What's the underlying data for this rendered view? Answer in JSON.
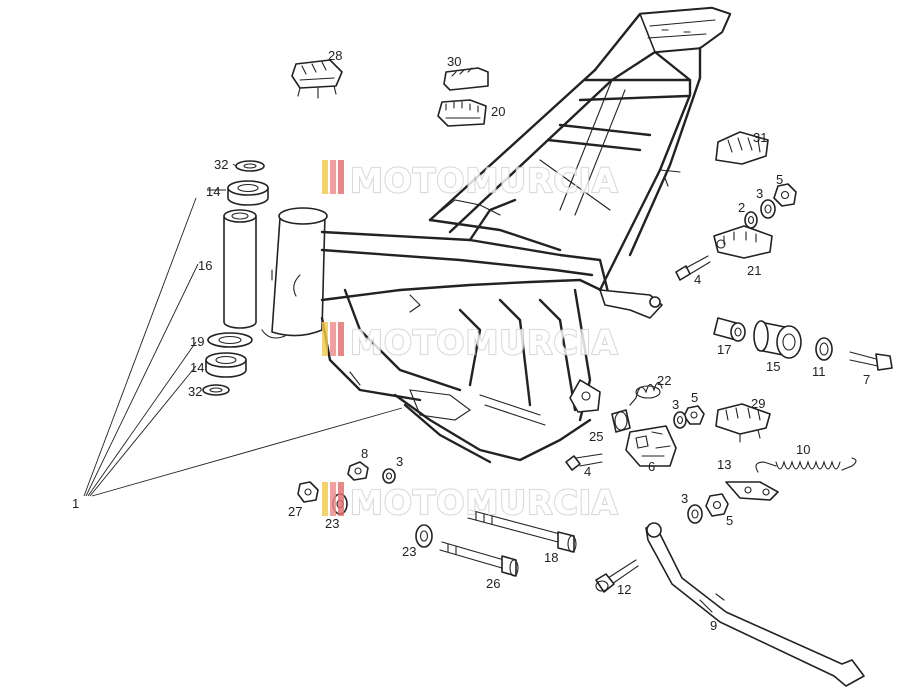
{
  "diagram": {
    "type": "exploded-parts-diagram",
    "subject": "motorcycle frame and stand",
    "watermark": {
      "text": "MOTOMURCIA",
      "stripe_colors": [
        "#f2c94c",
        "#f08a8a",
        "#e26d6d"
      ]
    },
    "callouts": [
      {
        "id": "c28",
        "number": "28"
      },
      {
        "id": "c30",
        "number": "30"
      },
      {
        "id": "c20",
        "number": "20"
      },
      {
        "id": "c31",
        "number": "31"
      },
      {
        "id": "c5a",
        "number": "5"
      },
      {
        "id": "c3a",
        "number": "3"
      },
      {
        "id": "c2",
        "number": "2"
      },
      {
        "id": "c21",
        "number": "21"
      },
      {
        "id": "c4a",
        "number": "4"
      },
      {
        "id": "c32a",
        "number": "32"
      },
      {
        "id": "c14a",
        "number": "14"
      },
      {
        "id": "c16",
        "number": "16"
      },
      {
        "id": "c19",
        "number": "19"
      },
      {
        "id": "c14b",
        "number": "14"
      },
      {
        "id": "c32b",
        "number": "32"
      },
      {
        "id": "c1",
        "number": "1"
      },
      {
        "id": "c17",
        "number": "17"
      },
      {
        "id": "c15",
        "number": "15"
      },
      {
        "id": "c11",
        "number": "11"
      },
      {
        "id": "c7",
        "number": "7"
      },
      {
        "id": "c22",
        "number": "22"
      },
      {
        "id": "c5b",
        "number": "5"
      },
      {
        "id": "c3b",
        "number": "3"
      },
      {
        "id": "c29",
        "number": "29"
      },
      {
        "id": "c25",
        "number": "25"
      },
      {
        "id": "c4b",
        "number": "4"
      },
      {
        "id": "c6",
        "number": "6"
      },
      {
        "id": "c10",
        "number": "10"
      },
      {
        "id": "c13",
        "number": "13"
      },
      {
        "id": "c8",
        "number": "8"
      },
      {
        "id": "c3c",
        "number": "3"
      },
      {
        "id": "c27",
        "number": "27"
      },
      {
        "id": "c23a",
        "number": "23"
      },
      {
        "id": "c3d",
        "number": "3"
      },
      {
        "id": "c5c",
        "number": "5"
      },
      {
        "id": "c23b",
        "number": "23"
      },
      {
        "id": "c18",
        "number": "18"
      },
      {
        "id": "c26",
        "number": "26"
      },
      {
        "id": "c12",
        "number": "12"
      },
      {
        "id": "c9",
        "number": "9"
      }
    ]
  }
}
